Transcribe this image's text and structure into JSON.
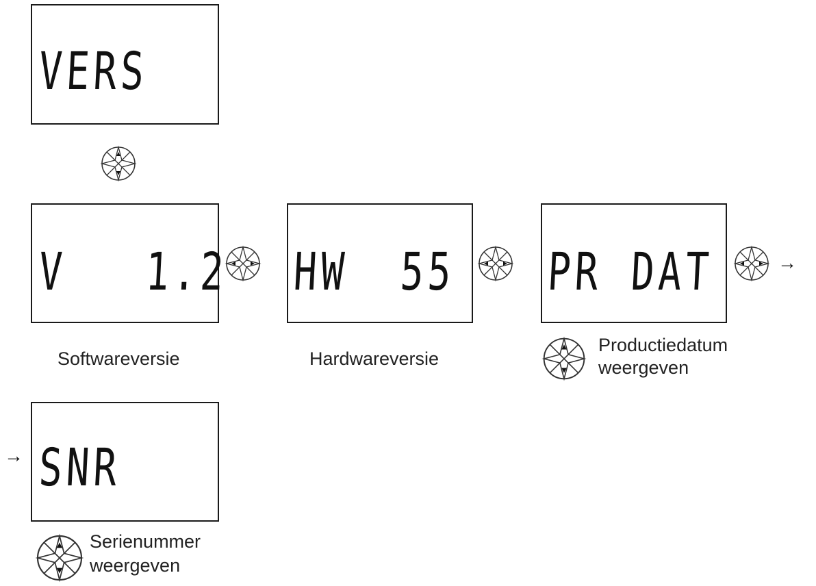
{
  "displays": {
    "vers": "VERS",
    "software_left": "V",
    "software_right": "1.2",
    "hardware_left": "HW",
    "hardware_right": "55",
    "prdat_left": "PR",
    "prdat_right": "DAT",
    "snr": "SNR"
  },
  "captions": {
    "software": "Softwareversie",
    "hardware": "Hardwareversie",
    "production_line1": "Productiedatum",
    "production_line2": "weergeven",
    "serial_line1": "Serienummer",
    "serial_line2": "weergeven"
  },
  "arrows": {
    "continue_right": "→",
    "continue_left": "→"
  },
  "buttons": {
    "vertical": "up-down-nav-button-icon",
    "horizontal": "left-right-nav-button-icon"
  }
}
